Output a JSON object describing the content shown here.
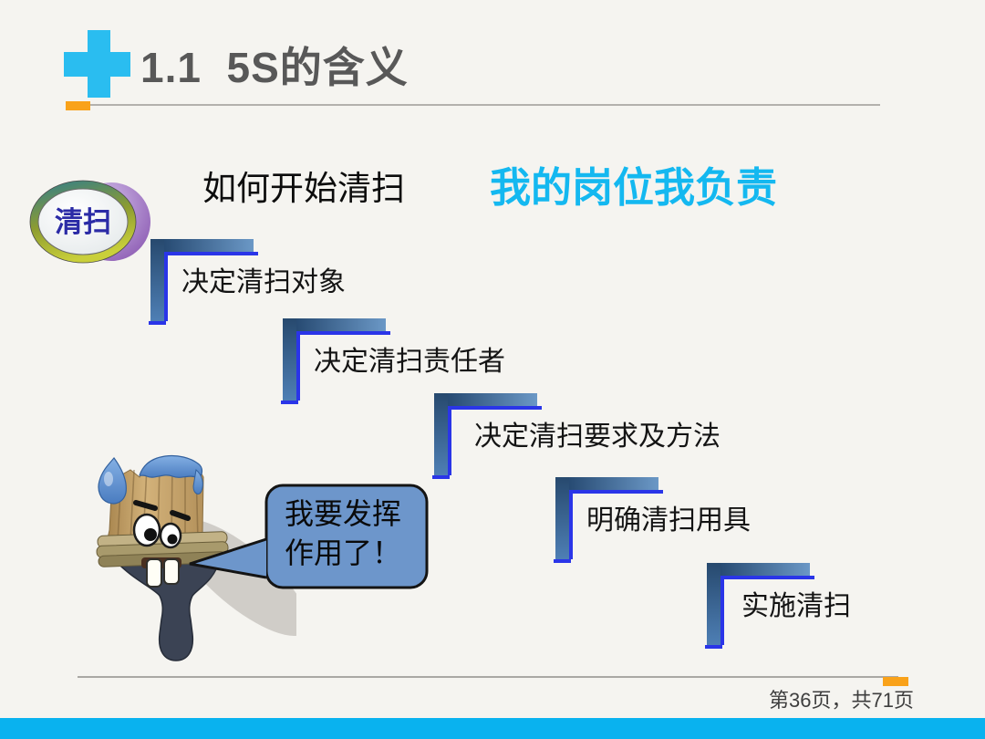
{
  "header": {
    "title": "1.1  5S的含义"
  },
  "content": {
    "question": "如何开始清扫",
    "slogan": "我的岗位我负责",
    "badge_label": "清扫",
    "steps": [
      "决定清扫对象",
      "决定清扫责任者",
      "决定清扫要求及方法",
      "明确清扫用具",
      "实施清扫"
    ]
  },
  "character": {
    "speech_line1": "我要发挥",
    "speech_line2": "作用了！"
  },
  "footer": {
    "page_info": "第36页，共71页"
  },
  "colors": {
    "accent_cyan": "#14b8f0",
    "accent_orange": "#f9a21a",
    "bracket_blue": "#2a35e8",
    "bracket_gradient_dark": "#1d3f66",
    "bracket_gradient_light": "#6b98c6",
    "bubble_fill": "#6d96cb",
    "title_gray": "#585858",
    "background": "#f5f4f0"
  }
}
